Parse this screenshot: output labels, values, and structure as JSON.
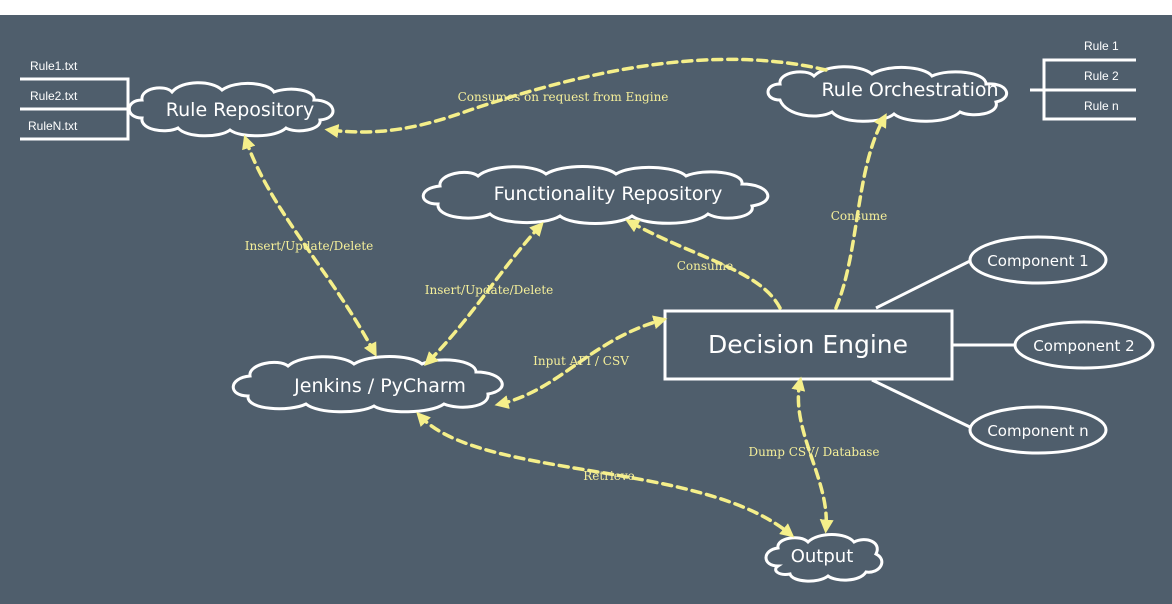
{
  "colors": {
    "background": "#4f5e6c",
    "node_stroke": "#ffffff",
    "arrow": "#f5ef8a",
    "edge_label": "#f5ef9a"
  },
  "nodes": {
    "rule_repository": "Rule Repository",
    "rule_orchestration": "Rule Orchestration",
    "functionality_repository": "Functionality Repository",
    "jenkins_pycharm": "Jenkins / PyCharm",
    "decision_engine": "Decision Engine",
    "output": "Output",
    "component_1": "Component 1",
    "component_2": "Component 2",
    "component_n": "Component n"
  },
  "rule_files": [
    "Rule1.txt",
    "Rule2.txt",
    "RuleN.txt"
  ],
  "rules": [
    "Rule 1",
    "Rule 2",
    "Rule n"
  ],
  "edges": {
    "consumes_on_request": "Consumes on request from Engine",
    "insert_update_delete_rules": "Insert/Update/Delete",
    "insert_update_delete_functionality": "Insert/Update/Delete",
    "consume_functionality": "Consume",
    "consume_orchestration": "Consume",
    "input_api_csv": "Input API / CSV",
    "dump_csv_database": "Dump CSV/ Database",
    "retrieve": "Retrieve"
  }
}
